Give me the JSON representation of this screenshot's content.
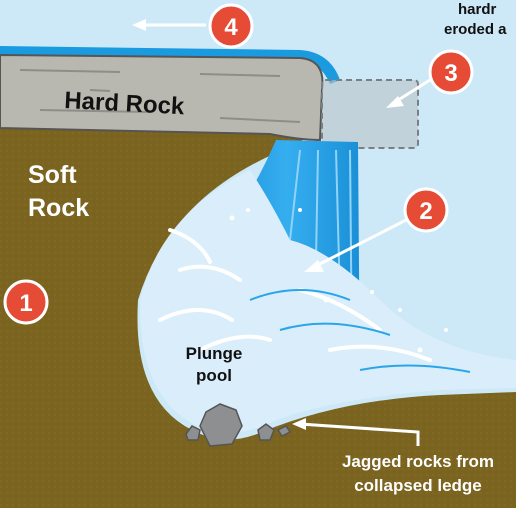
{
  "colors": {
    "sky": "#cde8f7",
    "soft_rock": "#7a6420",
    "hard_rock": "#b9b8b0",
    "water": "#1a9be0",
    "badge": "#e54b35"
  },
  "labels": {
    "hard_rock": "Hard Rock",
    "soft_rock_line1": "Soft",
    "soft_rock_line2": "Rock",
    "plunge_line1": "Plunge",
    "plunge_line2": "pool",
    "jagged_line1": "Jagged rocks from",
    "jagged_line2": "collapsed ledge",
    "corner_line1": "hardr",
    "corner_line2": "eroded a"
  },
  "badges": [
    "1",
    "2",
    "3",
    "4"
  ]
}
